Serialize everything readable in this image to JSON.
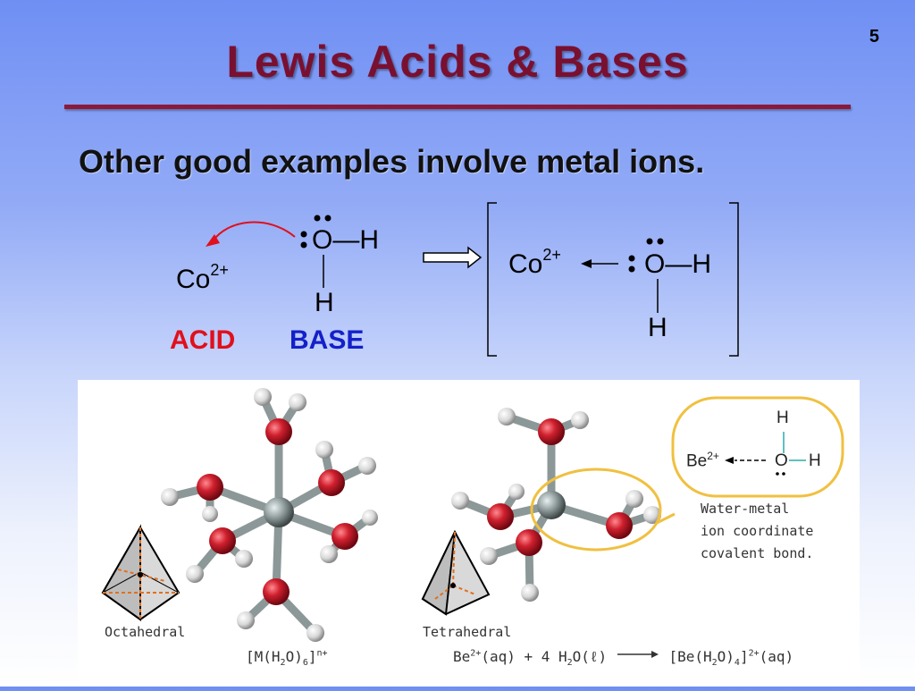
{
  "slide": {
    "number": "5",
    "title": "Lewis Acids & Bases",
    "subtitle": "Other good examples involve metal ions."
  },
  "reaction": {
    "metal": "Co",
    "metal_charge": "2+",
    "oxygen": "O",
    "hydrogen": "H",
    "bond": "—",
    "acid_label": "ACID",
    "base_label": "BASE",
    "acid_color": "#e0101c",
    "base_color": "#1420c8"
  },
  "figure": {
    "octahedral_label": "Octahedral",
    "tetrahedral_label": "Tetrahedral",
    "callout_metal": "Be",
    "callout_charge": "2+",
    "callout_oxygen": "O",
    "callout_hydrogen": "H",
    "callout_text": [
      "Water-metal",
      "ion coordinate",
      "covalent bond."
    ],
    "formula_complex": {
      "open": "[M(H",
      "sub1": "2",
      "mid": "O)",
      "sub2": "6",
      "close": "]",
      "charge": "n+"
    },
    "equation": {
      "p1": "Be",
      "c1": "2+",
      "p2": "(aq) + 4 H",
      "s1": "2",
      "p3": "O(ℓ)",
      "p4": "[Be(H",
      "s2": "2",
      "p5": "O)",
      "s3": "4",
      "p6": "]",
      "c2": "2+",
      "p7": "(aq)"
    },
    "colors": {
      "oxygen": "#d0202e",
      "hydrogen": "#e8e8e8",
      "metal": "#8a9696",
      "bond": "#8c9898",
      "highlight": "#f0c040"
    }
  }
}
